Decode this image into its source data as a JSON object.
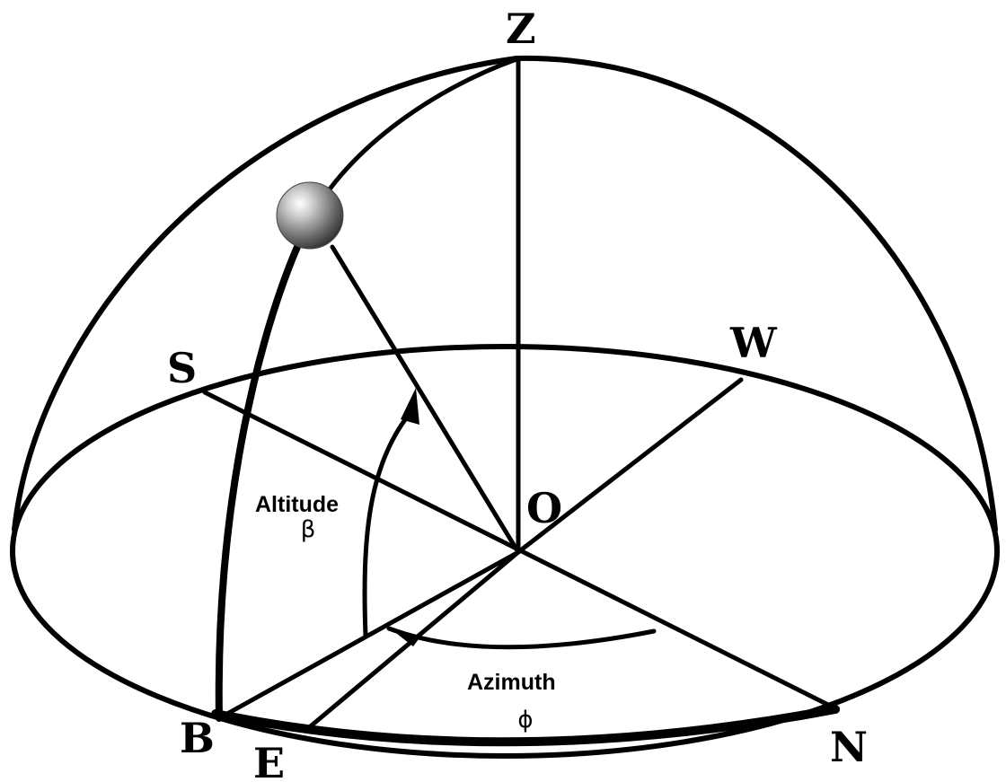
{
  "points": {
    "Z": "Z",
    "S": "S",
    "W": "W",
    "O": "O",
    "B": "B",
    "E": "E",
    "N": "N"
  },
  "altitude": {
    "label": "Altitude",
    "symbol": "β"
  },
  "azimuth": {
    "label": "Azimuth",
    "symbol": "ϕ"
  },
  "colors": {
    "ink": "#000000",
    "background": "#ffffff",
    "sun": "#8a8a8a"
  }
}
